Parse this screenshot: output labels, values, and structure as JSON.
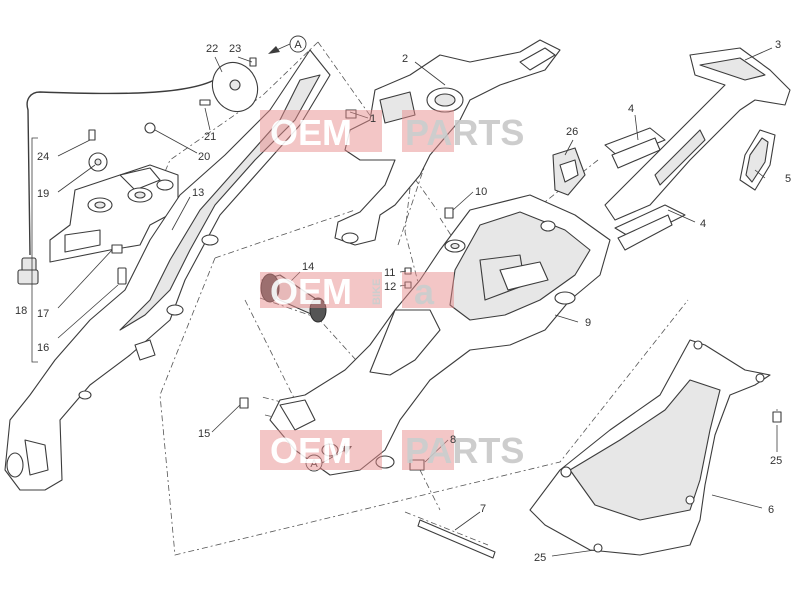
{
  "diagram": {
    "labels": [
      "1",
      "2",
      "3",
      "4",
      "4",
      "5",
      "6",
      "7",
      "8",
      "9",
      "10",
      "11",
      "12",
      "13",
      "14",
      "15",
      "16",
      "17",
      "18",
      "19",
      "20",
      "21",
      "22",
      "23",
      "24",
      "25",
      "25",
      "26"
    ],
    "ref_marks": [
      "A",
      "A"
    ],
    "watermark": {
      "part1": "OEM",
      "part2": "PARTS",
      "middle": "BIKE",
      "letter": "a"
    },
    "colors": {
      "line": "#3c3c3c",
      "watermark": "#e58a8a",
      "watermark_text": "#c8c8c8"
    }
  }
}
